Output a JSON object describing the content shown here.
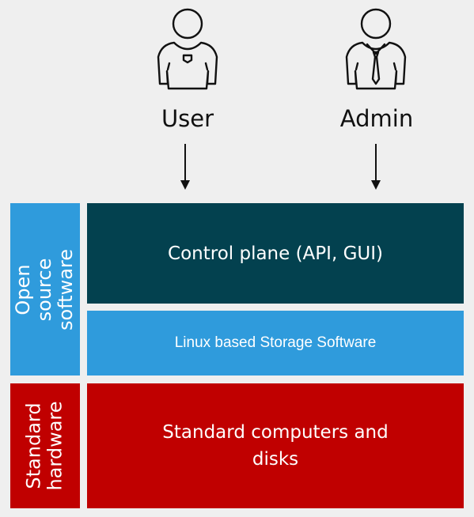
{
  "actors": [
    {
      "id": "user",
      "label": "User",
      "icon": "user-icon"
    },
    {
      "id": "admin",
      "label": "Admin",
      "icon": "admin-icon"
    }
  ],
  "stack": {
    "software_group": {
      "label": "Open source software",
      "color": "#2f9bdc"
    },
    "hardware_group": {
      "label": "Standard hardware",
      "color": "#c00000"
    },
    "control_plane": {
      "label": "Control plane (API, GUI)",
      "color": "#03414f"
    },
    "storage_software": {
      "label": "Linux based Storage Software",
      "color": "#2f9bdc"
    },
    "hardware": {
      "label": "Standard computers and disks",
      "color": "#c00000"
    }
  }
}
